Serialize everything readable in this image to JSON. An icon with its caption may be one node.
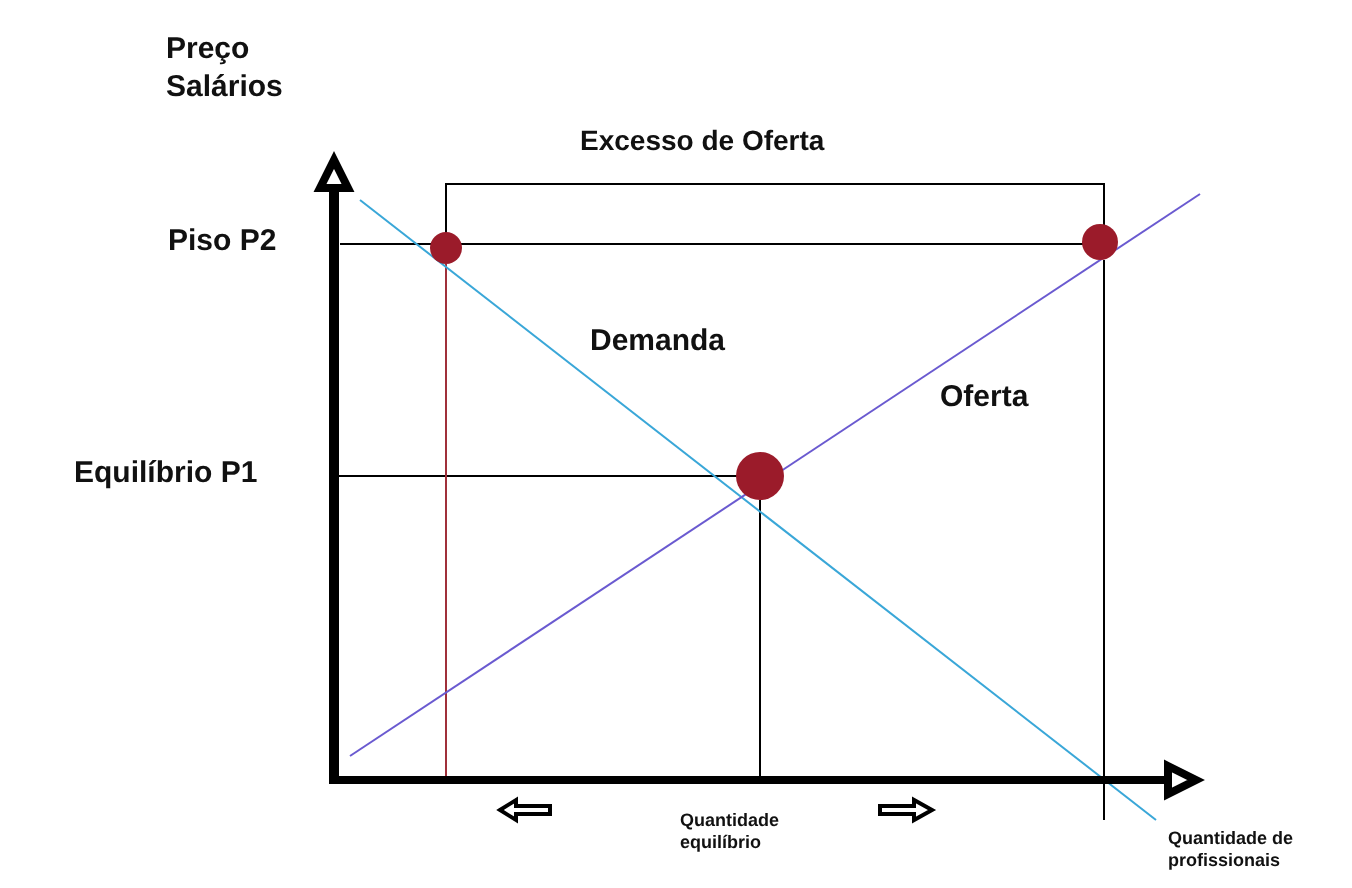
{
  "diagram": {
    "labels": [
      "Preço Salários",
      "Excesso de Oferta",
      "Piso P2",
      "Demanda",
      "Oferta",
      "Equilíbrio P1",
      "Quantidade equilíbrio",
      "Quantidade de profissionais"
    ]
  }
}
